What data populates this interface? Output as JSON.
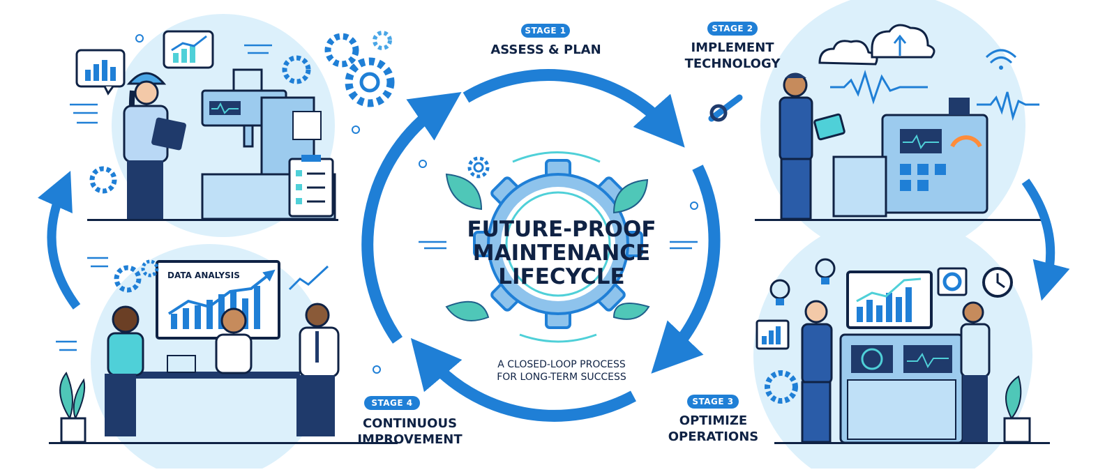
{
  "center": {
    "title_line1": "FUTURE-PROOF",
    "title_line2": "MAINTENANCE",
    "title_line3": "LIFECYCLE",
    "subtitle_line1": "A CLOSED-LOOP PROCESS",
    "subtitle_line2": "FOR LONG-TERM SUCCESS"
  },
  "stages": [
    {
      "badge": "STAGE 1",
      "title_line1": "ASSESS & PLAN",
      "title_line2": ""
    },
    {
      "badge": "STAGE 2",
      "title_line1": "IMPLEMENT",
      "title_line2": "TECHNOLOGY"
    },
    {
      "badge": "STAGE 3",
      "title_line1": "OPTIMIZE",
      "title_line2": "OPERATIONS"
    },
    {
      "badge": "STAGE 4",
      "title_line1": "CONTINUOUS",
      "title_line2": "IMPROVEMENT"
    }
  ],
  "scene_labels": {
    "data_analysis": "DATA ANALYSIS"
  },
  "colors": {
    "navy": "#0f2244",
    "arrow_blue": "#1f7fd6",
    "light_blue": "#d7eefa",
    "mid_blue": "#9ccbee",
    "teal": "#4fd0d8",
    "leaf_green": "#4fc7b8"
  }
}
